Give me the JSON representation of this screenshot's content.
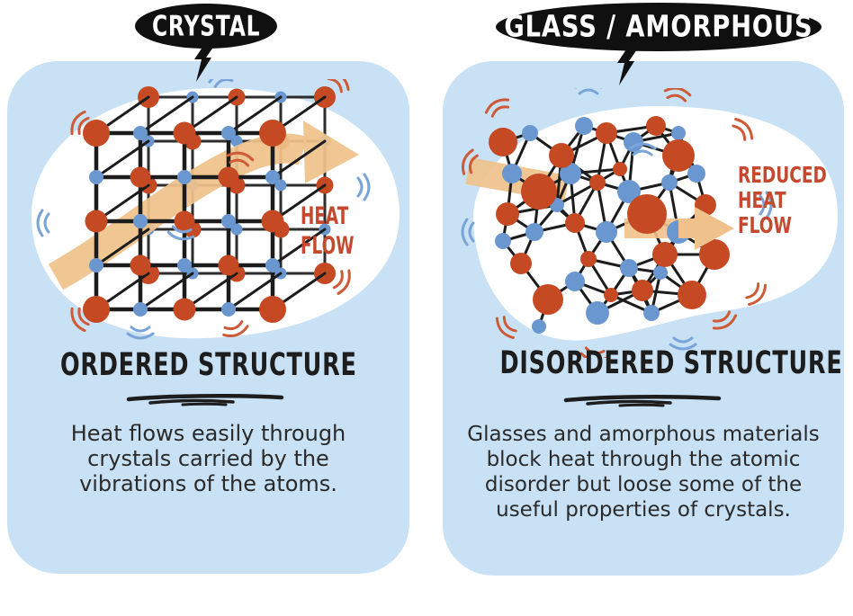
{
  "palette": {
    "card_bg": "#c9e1f5",
    "blob_white": "#ffffff",
    "bubble_bg": "#101010",
    "bubble_text": "#ffffff",
    "atom_red": "#c54a24",
    "atom_blue": "#6b97d0",
    "vib_red": "#cd5b38",
    "vib_blue": "#79a4d8",
    "bond_black": "#1c1c1c",
    "arrow_orange": "#efc28b",
    "flow_label_red": "#c4492e",
    "heading_text": "#1d1d1d",
    "body_text": "#2a2a2a"
  },
  "left_panel": {
    "bubble_label": "CRYSTAL",
    "flow_label_lines": [
      "HEAT",
      "FLOW"
    ],
    "heading": "ORDERED STRUCTURE",
    "body_lines": [
      "Heat flows easily through",
      "crystals carried by the",
      "vibrations of the atoms."
    ]
  },
  "right_panel": {
    "bubble_label": "GLASS / AMORPHOUS",
    "flow_label_lines": [
      "REDUCED",
      "HEAT",
      "FLOW"
    ],
    "heading": "DISORDERED STRUCTURE",
    "body_lines": [
      "Glasses and amorphous materials",
      "block heat through the atomic",
      "disorder but loose some of the",
      "useful properties of crystals."
    ]
  }
}
